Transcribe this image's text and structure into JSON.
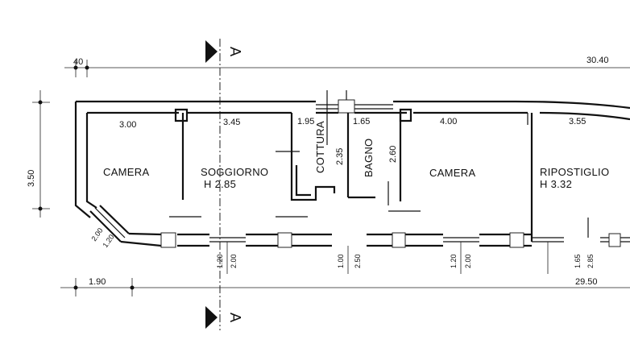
{
  "section": {
    "letter": "A"
  },
  "dimensions": {
    "top_left": "40",
    "top_right": "30.40",
    "left_height": "3.50",
    "bottom_left": "1.90",
    "bottom_right": "29.50"
  },
  "rooms": [
    {
      "name": "CAMERA",
      "width": "3.00"
    },
    {
      "name": "SOGGIORNO",
      "width": "3.45",
      "height_label": "H 2.85"
    },
    {
      "name": "COTTURA",
      "width": "1.95",
      "depth": "2.35"
    },
    {
      "name": "BAGNO",
      "width": "1.65",
      "depth": "2.60"
    },
    {
      "name": "CAMERA",
      "width": "4.00"
    },
    {
      "name": "RIPOSTIGLIO",
      "width": "3.55",
      "height_label": "H 3.32"
    }
  ],
  "openings": [
    {
      "width": "2.00",
      "height": "1.20"
    },
    {
      "width": "2.00",
      "height": "1.20"
    },
    {
      "width": "1.00",
      "height": "2.50"
    },
    {
      "width": "2.00",
      "height": "1.20"
    },
    {
      "width": "2.85",
      "height": "1.65"
    }
  ]
}
